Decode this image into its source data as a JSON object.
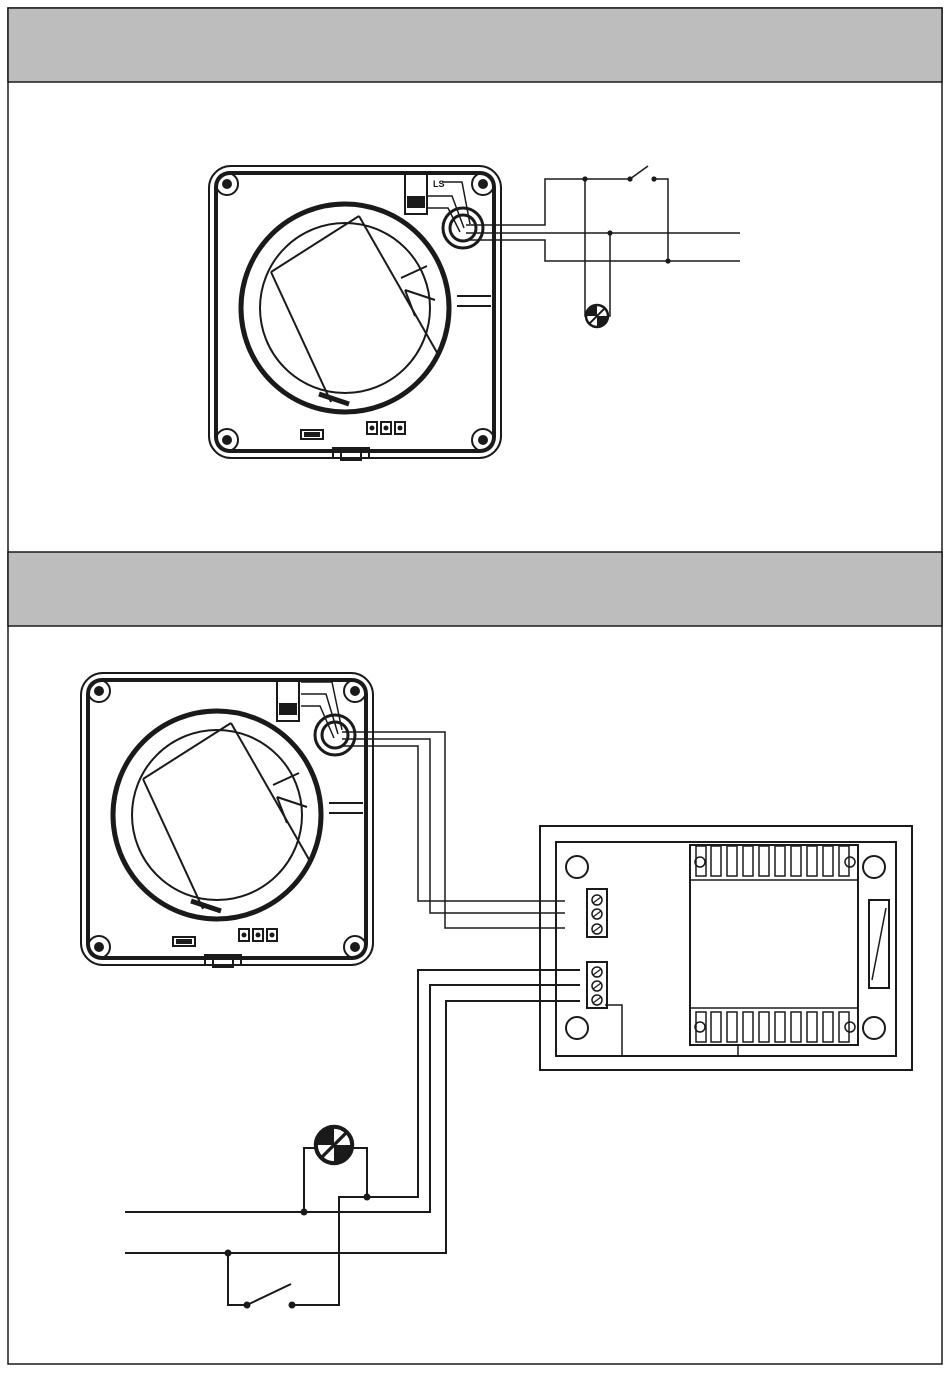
{
  "sections": [
    {
      "id": "section-1",
      "header_text": ""
    },
    {
      "id": "section-2",
      "header_text": ""
    }
  ],
  "diagram1": {
    "terminal_label": "LS",
    "components": [
      "fan-unit",
      "light-switch",
      "lamp",
      "supply-line-live",
      "supply-line-neutral"
    ]
  },
  "diagram2": {
    "components": [
      "fan-unit",
      "timer-control-box",
      "lamp",
      "light-switch",
      "supply-line-live",
      "supply-line-neutral"
    ]
  },
  "colors": {
    "header_band": "#bdbdbd",
    "line": "#1a1a1a",
    "background": "#ffffff"
  }
}
